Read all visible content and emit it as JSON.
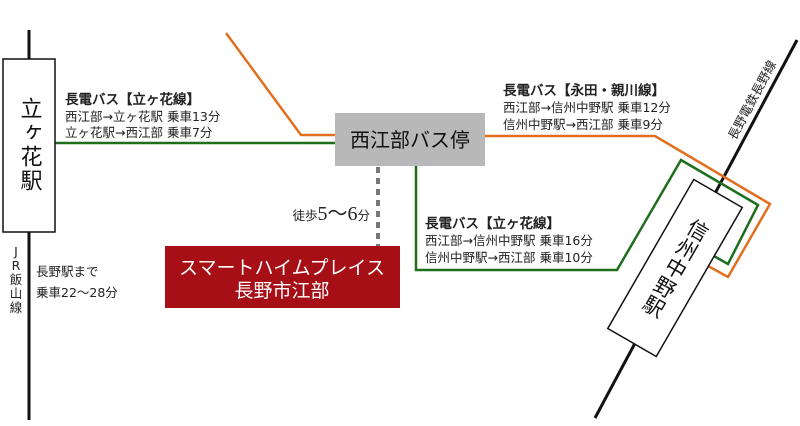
{
  "colors": {
    "orange": "#e07020",
    "green": "#1e6e1e",
    "red": "#a50f15",
    "gray": "#b8b8b8"
  },
  "stations": {
    "tachigahana": "立ヶ花駅",
    "shinshu_nakano": "信州中野駅",
    "bus_stop": "西江部バス停"
  },
  "lines": {
    "jr": [
      "J",
      "R",
      "飯",
      "山",
      "線"
    ],
    "nagaden": "長野電鉄長野線"
  },
  "jr_note": {
    "line1": "長野駅まで",
    "line2": "乗車22〜28分"
  },
  "walk": {
    "prefix": "徒歩",
    "time": "5〜6",
    "suffix": "分"
  },
  "property": {
    "line1": "スマートハイムプレイス",
    "line2": "長野市江部"
  },
  "routes": [
    {
      "title": "長電バス【立ヶ花線】",
      "line1": "西江部→立ヶ花駅 乗車13分",
      "line2": "立ヶ花駅→西江部 乗車7分"
    },
    {
      "title": "長電バス【永田・親川線】",
      "line1": "西江部→信州中野駅 乗車12分",
      "line2": "信州中野駅→西江部 乗車9分"
    },
    {
      "title": "長電バス【立ヶ花線】",
      "line1": "西江部→信州中野駅 乗車16分",
      "line2": "信州中野駅→西江部 乗車10分"
    }
  ]
}
